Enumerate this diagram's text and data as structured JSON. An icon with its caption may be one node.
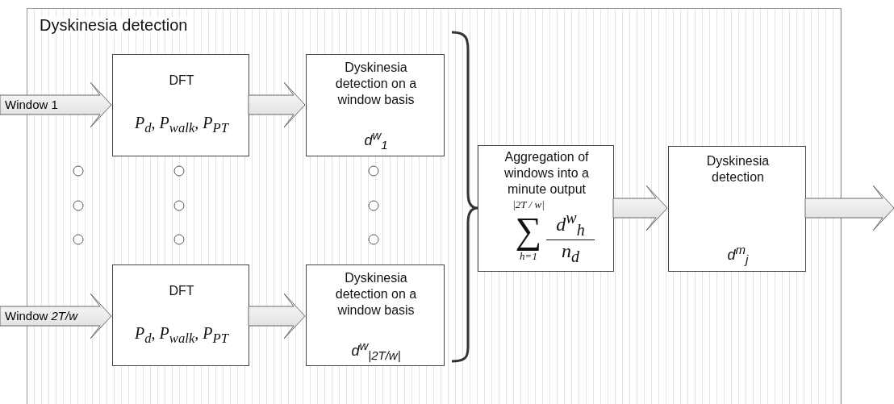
{
  "diagram": {
    "nodes": [
      {
        "text": [
          "Dyskinesia detection"
        ]
      },
      {
        "text": [
          "DFT",
          "P$_{d}$, P$_{walk}$, P$_{PT}$"
        ],
        "in": 0
      },
      {
        "text": [
          "Dyskinesia detection on a window basis",
          "d$^{w}$$_{1}$"
        ],
        "in": 0
      },
      {
        "text": [
          "DFT",
          "P$_{d}$, P$_{walk}$, P$_{PT}$"
        ],
        "in": 0
      },
      {
        "text": [
          "Dyskinesia detection on a window basis",
          "d$^{w}$$_{|2T/w|}$"
        ],
        "in": 0
      },
      {
        "text": [
          "Aggregation of windows into a minute output",
          "|2T / w|",
          "∑",
          "h=1",
          "d$^{w}$$_{h}$",
          "n$_{d}$"
        ],
        "in": 0
      },
      {
        "text": [
          "Dyskinesia detection",
          "d$^{m}$$_{j}$"
        ],
        "in": 0
      }
    ],
    "edges": [
      {
        "from": null,
        "to": 1,
        "arrow": "to",
        "label": "Window 1"
      },
      {
        "from": null,
        "to": 3,
        "arrow": "to",
        "label": "Window *2T/w*"
      },
      {
        "from": 1,
        "to": 2,
        "arrow": "to"
      },
      {
        "from": 3,
        "to": 4,
        "arrow": "to"
      },
      {
        "from": 5,
        "to": 6,
        "arrow": "to"
      },
      {
        "from": 6,
        "to": null,
        "arrow": "to"
      }
    ]
  }
}
